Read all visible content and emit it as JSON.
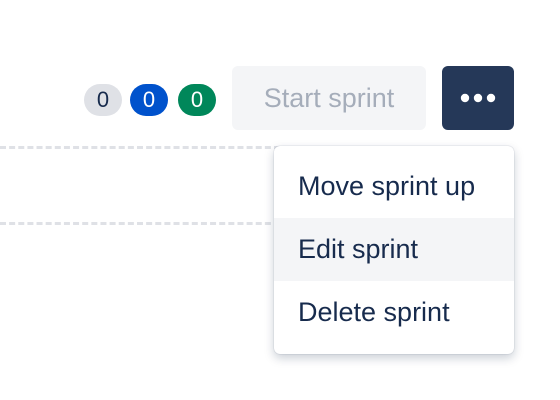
{
  "issue_counts": {
    "todo": "0",
    "in_progress": "0",
    "done": "0"
  },
  "colors": {
    "todo_badge": "#dfe1e6",
    "in_progress_badge": "#0052cc",
    "done_badge": "#00875a",
    "more_button": "#253858",
    "text": "#172b4d"
  },
  "toolbar": {
    "start_sprint_label": "Start sprint",
    "start_sprint_disabled": true,
    "more_icon": "more-horizontal-icon"
  },
  "menu": {
    "items": [
      {
        "label": "Move sprint up",
        "hovered": false
      },
      {
        "label": "Edit sprint",
        "hovered": true
      },
      {
        "label": "Delete sprint",
        "hovered": false
      }
    ]
  }
}
